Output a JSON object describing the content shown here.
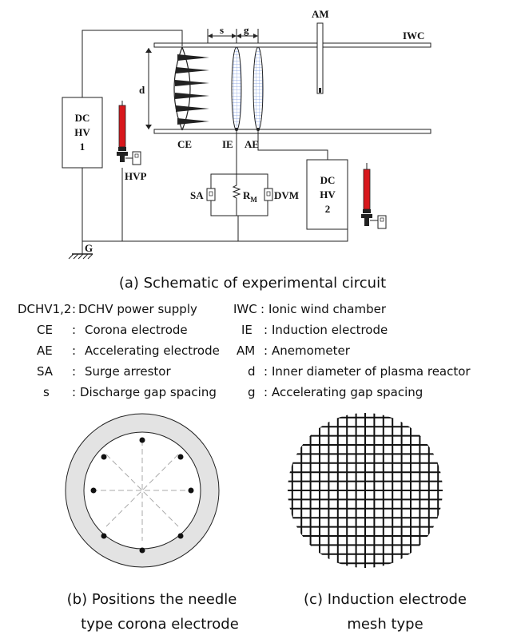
{
  "labels": {
    "am": "AM",
    "iwc": "IWC",
    "s": "s",
    "g": "g",
    "d": "d",
    "dchv1_l1": "DC",
    "dchv1_l2": "HV",
    "dchv1_l3": "1",
    "dchv2_l1": "DC",
    "dchv2_l2": "HV",
    "dchv2_l3": "2",
    "ce": "CE",
    "ie": "IE",
    "ae": "AE",
    "hvp": "HVP",
    "sa": "SA",
    "rm": "R",
    "rm_sub": "M",
    "dvm": "DVM",
    "ground": "G"
  },
  "captions": {
    "a": "(a) Schematic of experimental circuit",
    "b_line1": "(b) Positions the needle",
    "b_line2": "type corona electrode",
    "c_line1": "(c) Induction electrode",
    "c_line2": "mesh type"
  },
  "legend": [
    {
      "abbr": "DCHV1,2",
      "sep": ":",
      "desc": "DCHV power supply"
    },
    {
      "abbr": "IWC",
      "sep": ":",
      "desc": "Ionic wind chamber"
    },
    {
      "abbr": "CE",
      "sep": ":",
      "desc": "Corona electrode"
    },
    {
      "abbr": "IE",
      "sep": ":",
      "desc": "Induction electrode"
    },
    {
      "abbr": "AE",
      "sep": ":",
      "desc": "Accelerating electrode"
    },
    {
      "abbr": "AM",
      "sep": ":",
      "desc": "Anemometer"
    },
    {
      "abbr": "SA",
      "sep": ":",
      "desc": "Surge arrestor"
    },
    {
      "abbr": "d",
      "sep": ":",
      "desc": "Inner diameter of plasma reactor"
    },
    {
      "abbr": "s",
      "sep": ":",
      "desc": "Discharge gap spacing"
    },
    {
      "abbr": "g",
      "sep": ":",
      "desc": "Accelerating gap spacing"
    }
  ],
  "colors": {
    "probe": "#d8171c",
    "mesh": "#9bb3e8",
    "ring": "#e3e3e3",
    "line": "#222222"
  }
}
